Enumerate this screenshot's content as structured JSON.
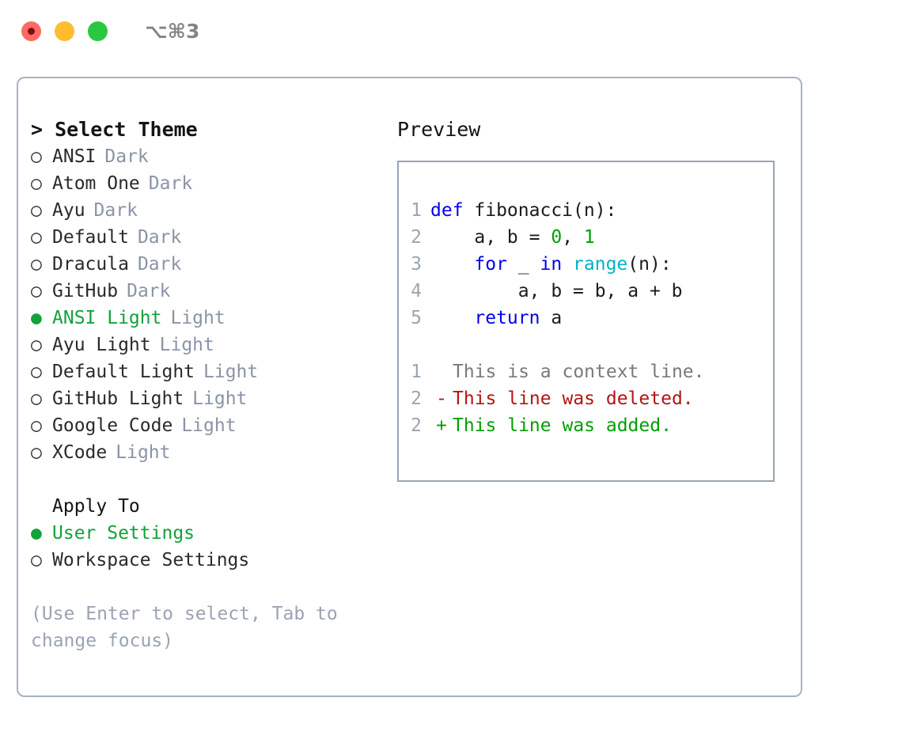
{
  "titlebar": {
    "shortcut": "⌥⌘3",
    "lights": [
      {
        "name": "close",
        "color": "#ff6b63"
      },
      {
        "name": "minimize",
        "color": "#ffbd2e"
      },
      {
        "name": "maximize",
        "color": "#28c840"
      }
    ]
  },
  "colors": {
    "accent_green": "#13a13a",
    "muted": "#8a94a6",
    "border": "#a8b2c1",
    "preview_border": "#9aa5b1",
    "keyword": "#0000ee",
    "function": "#00b3c8",
    "number": "#00a000",
    "diff_delete": "#b31515",
    "diff_add": "#00a000",
    "diff_context": "#7a7a7a"
  },
  "theme_picker": {
    "header": "> Select Theme",
    "selected_marker": "●",
    "unselected_marker": "○",
    "options": [
      {
        "name": "ANSI",
        "variant": "Dark",
        "selected": false
      },
      {
        "name": "Atom One",
        "variant": "Dark",
        "selected": false
      },
      {
        "name": "Ayu",
        "variant": "Dark",
        "selected": false
      },
      {
        "name": "Default",
        "variant": "Dark",
        "selected": false
      },
      {
        "name": "Dracula",
        "variant": "Dark",
        "selected": false
      },
      {
        "name": "GitHub",
        "variant": "Dark",
        "selected": false
      },
      {
        "name": "ANSI Light",
        "variant": "Light",
        "selected": true
      },
      {
        "name": "Ayu Light",
        "variant": "Light",
        "selected": false
      },
      {
        "name": "Default Light",
        "variant": "Light",
        "selected": false
      },
      {
        "name": "GitHub Light",
        "variant": "Light",
        "selected": false
      },
      {
        "name": "Google Code",
        "variant": "Light",
        "selected": false
      },
      {
        "name": "XCode",
        "variant": "Light",
        "selected": false
      }
    ]
  },
  "apply_to": {
    "header": "Apply To",
    "options": [
      {
        "name": "User Settings",
        "selected": true
      },
      {
        "name": "Workspace Settings",
        "selected": false
      }
    ]
  },
  "hint": "(Use Enter to select, Tab to change focus)",
  "preview": {
    "title": "Preview",
    "code": [
      {
        "number": "1",
        "tokens": [
          {
            "text": "def ",
            "kind": "kw"
          },
          {
            "text": "fibonacci(n):",
            "kind": "plain"
          }
        ]
      },
      {
        "number": "2",
        "tokens": [
          {
            "text": "    a, b = ",
            "kind": "plain"
          },
          {
            "text": "0",
            "kind": "num"
          },
          {
            "text": ", ",
            "kind": "plain"
          },
          {
            "text": "1",
            "kind": "num"
          }
        ]
      },
      {
        "number": "3",
        "tokens": [
          {
            "text": "    ",
            "kind": "plain"
          },
          {
            "text": "for",
            "kind": "kw"
          },
          {
            "text": " _ ",
            "kind": "plain"
          },
          {
            "text": "in",
            "kind": "kw"
          },
          {
            "text": " ",
            "kind": "plain"
          },
          {
            "text": "range",
            "kind": "fn"
          },
          {
            "text": "(n):",
            "kind": "plain"
          }
        ]
      },
      {
        "number": "4",
        "tokens": [
          {
            "text": "        a, b = b, a + b",
            "kind": "plain"
          }
        ]
      },
      {
        "number": "5",
        "tokens": [
          {
            "text": "    ",
            "kind": "plain"
          },
          {
            "text": "return",
            "kind": "kw"
          },
          {
            "text": " a",
            "kind": "plain"
          }
        ]
      }
    ],
    "diff": [
      {
        "number": "1",
        "marker": " ",
        "text": "This is a context line.",
        "kind": "ctx"
      },
      {
        "number": "2",
        "marker": "-",
        "text": "This line was deleted.",
        "kind": "del"
      },
      {
        "number": "2",
        "marker": "+",
        "text": "This line was added.",
        "kind": "add"
      }
    ]
  }
}
